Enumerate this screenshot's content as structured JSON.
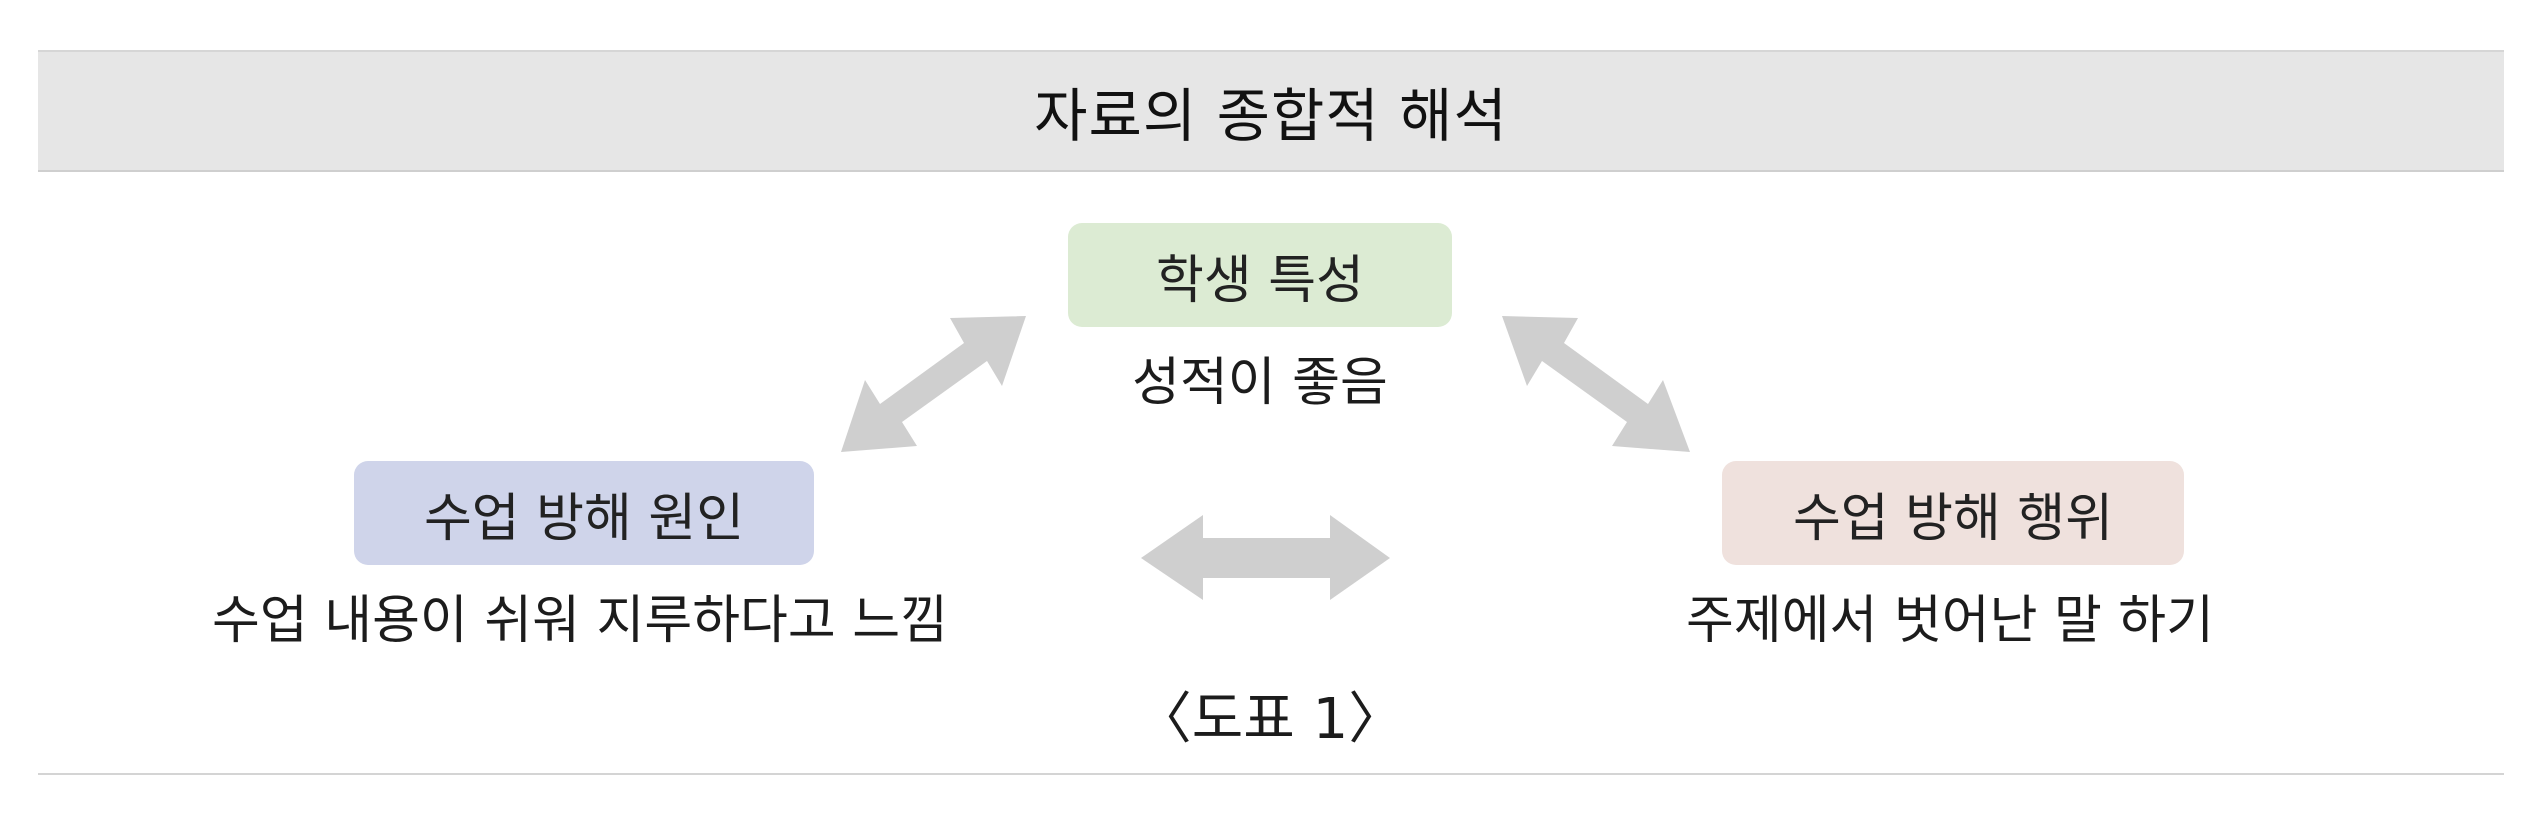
{
  "header": {
    "title": "자료의 종합적 해석"
  },
  "nodes": {
    "top": {
      "label": "학생 특성",
      "description": "성적이 좋음",
      "color": "#dcebd3"
    },
    "left": {
      "label": "수업 방해 원인",
      "description": "수업 내용이 쉬워 지루하다고 느낌",
      "color": "#cfd4ea"
    },
    "right": {
      "label": "수업 방해 행위",
      "description": "주제에서 벗어난 말 하기",
      "color": "#efe1dd"
    }
  },
  "caption": "〈도표 1〉",
  "colors": {
    "arrow": "#cfcfcf",
    "header_band": "#e6e6e6"
  }
}
